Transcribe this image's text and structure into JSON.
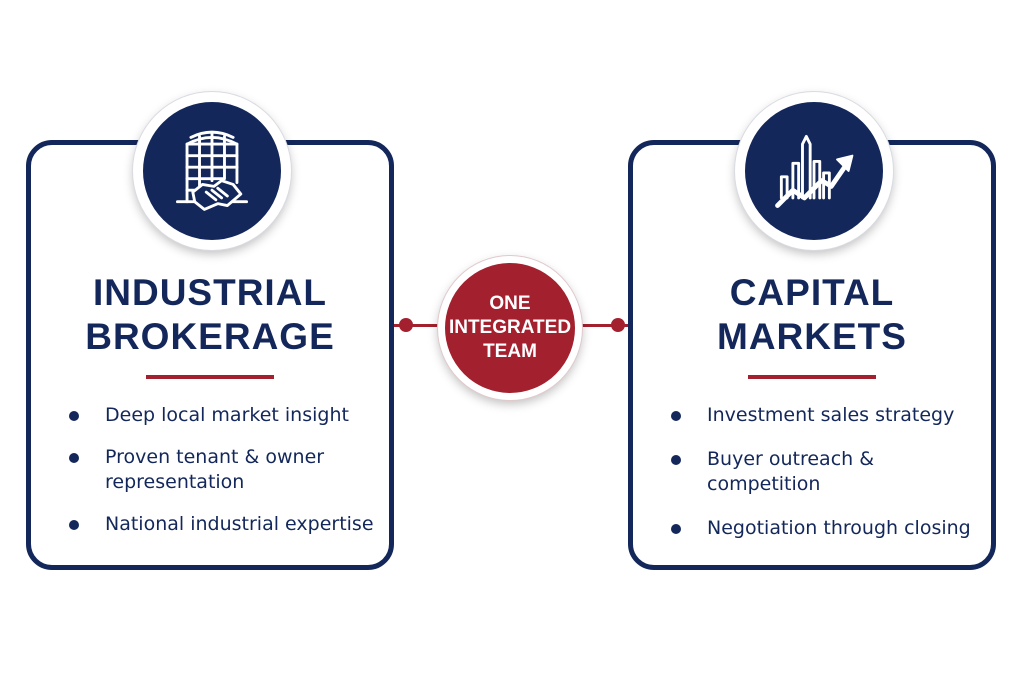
{
  "left_card": {
    "icon": "building-handshake-icon",
    "title_line1": "INDUSTRIAL",
    "title_line2": "BROKERAGE",
    "bullets": [
      "Deep local market insight",
      "Proven tenant & owner representation",
      "National industrial expertise"
    ]
  },
  "center": {
    "line1": "ONE",
    "line2": "INTEGRATED",
    "line3": "TEAM"
  },
  "right_card": {
    "icon": "skyline-growth-arrow-icon",
    "title_line1": "CAPITAL",
    "title_line2": "MARKETS",
    "bullets": [
      "Investment sales strategy",
      "Buyer outreach & competition",
      "Negotiation through closing"
    ]
  },
  "colors": {
    "navy": "#13275a",
    "red": "#a3202e",
    "background": "#ffffff"
  }
}
